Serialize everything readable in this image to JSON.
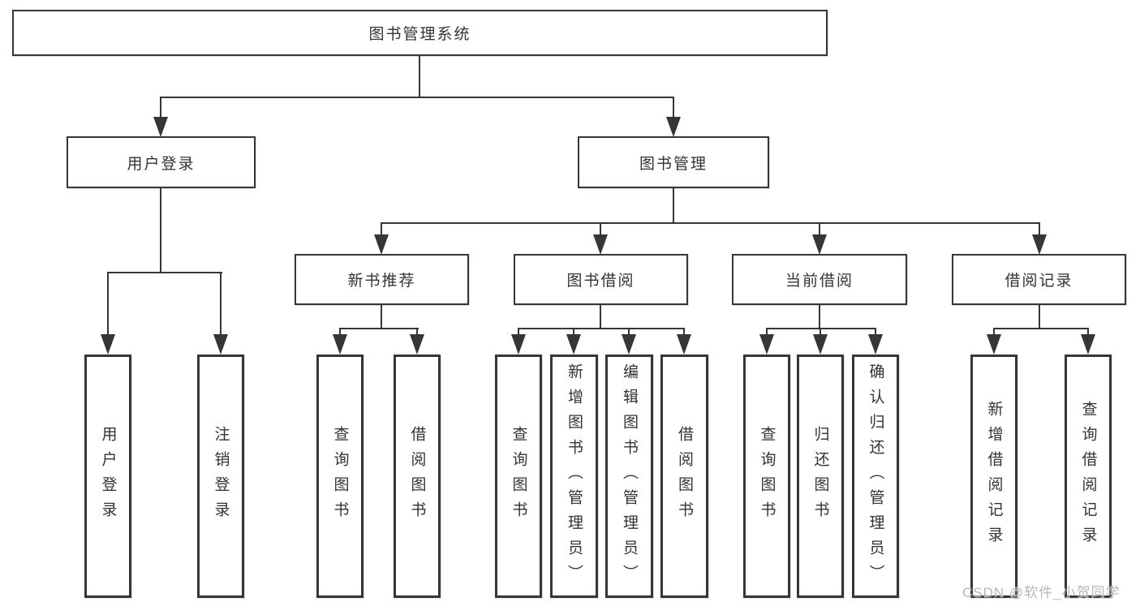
{
  "diagram": {
    "type": "hierarchy-tree",
    "title": "图书管理系统",
    "colors": {
      "line": "#363636",
      "box_border": "#363636",
      "box_fill": "#ffffff",
      "text": "#333333",
      "watermark": "#b6b6bf",
      "background": "#ffffff"
    }
  },
  "tree": {
    "label": "图书管理系统",
    "children": [
      {
        "label": "用户登录",
        "children": [
          {
            "label": "用户登录"
          },
          {
            "label": "注销登录"
          }
        ]
      },
      {
        "label": "图书管理",
        "children": [
          {
            "label": "新书推荐",
            "children": [
              {
                "label": "查询图书"
              },
              {
                "label": "借阅图书"
              }
            ]
          },
          {
            "label": "图书借阅",
            "children": [
              {
                "label": "查询图书"
              },
              {
                "label": "新增图书（管理员）"
              },
              {
                "label": "编辑图书（管理员）"
              },
              {
                "label": "借阅图书"
              }
            ]
          },
          {
            "label": "当前借阅",
            "children": [
              {
                "label": "查询图书"
              },
              {
                "label": "归还图书"
              },
              {
                "label": "确认归还（管理员）"
              }
            ]
          },
          {
            "label": "借阅记录",
            "children": [
              {
                "label": "新增借阅记录"
              },
              {
                "label": "查询借阅记录"
              }
            ]
          }
        ]
      }
    ]
  },
  "watermark": {
    "text": "CSDN @软件_小贺同学"
  }
}
